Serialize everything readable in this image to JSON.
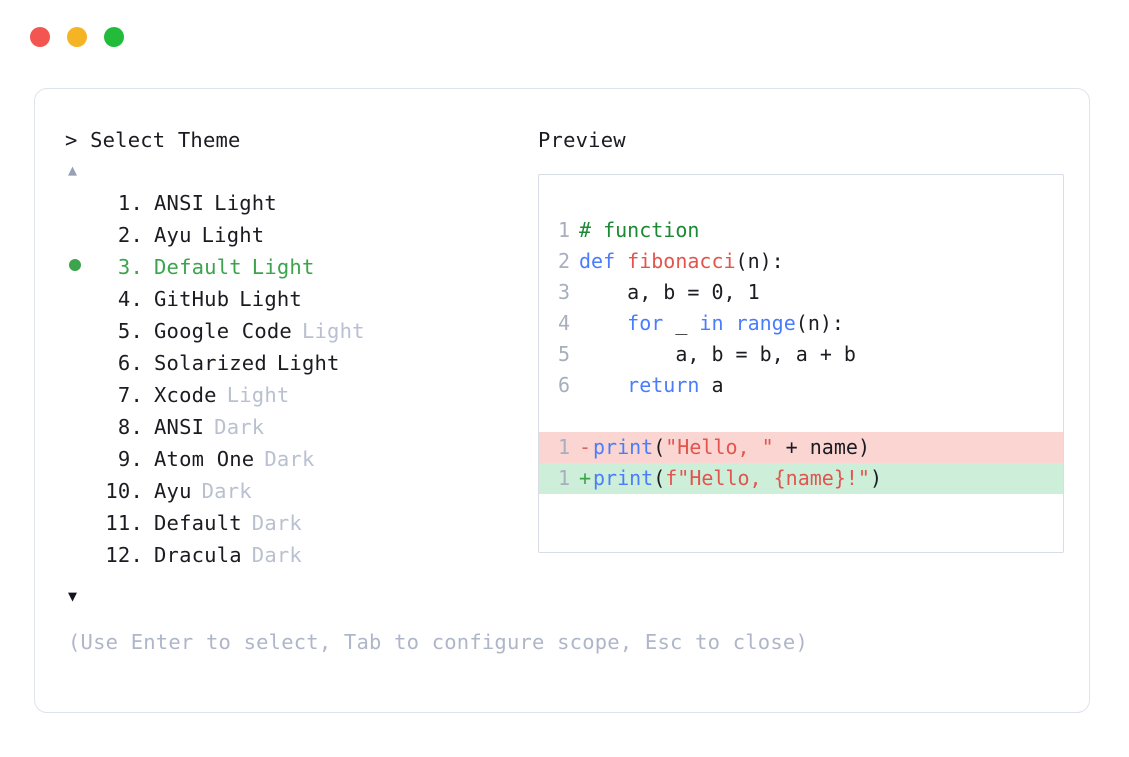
{
  "window": {
    "traffic_lights": [
      {
        "name": "close",
        "color": "#f35650"
      },
      {
        "name": "minimize",
        "color": "#f5b424"
      },
      {
        "name": "zoom",
        "color": "#22bb3a"
      }
    ]
  },
  "prompt": {
    "text": "> Select Theme",
    "scroll_up_icon": "▲",
    "scroll_down_icon": "▼",
    "selected_index": 3,
    "selected_bullet_color": "#3ca44c"
  },
  "preview": {
    "label": "Preview"
  },
  "themes": [
    {
      "num": "1.",
      "name": "ANSI",
      "variant": "Light",
      "variant_muted": false,
      "selected": false
    },
    {
      "num": "2.",
      "name": "Ayu",
      "variant": "Light",
      "variant_muted": false,
      "selected": false
    },
    {
      "num": "3.",
      "name": "Default",
      "variant": "Light",
      "variant_muted": false,
      "selected": true
    },
    {
      "num": "4.",
      "name": "GitHub",
      "variant": "Light",
      "variant_muted": false,
      "selected": false
    },
    {
      "num": "5.",
      "name": "Google Code",
      "variant": "Light",
      "variant_muted": true,
      "selected": false
    },
    {
      "num": "6.",
      "name": "Solarized",
      "variant": "Light",
      "variant_muted": false,
      "selected": false
    },
    {
      "num": "7.",
      "name": "Xcode",
      "variant": "Light",
      "variant_muted": true,
      "selected": false
    },
    {
      "num": "8.",
      "name": "ANSI",
      "variant": "Dark",
      "variant_muted": true,
      "selected": false
    },
    {
      "num": "9.",
      "name": "Atom One",
      "variant": "Dark",
      "variant_muted": true,
      "selected": false
    },
    {
      "num": "10.",
      "name": "Ayu",
      "variant": "Dark",
      "variant_muted": true,
      "selected": false
    },
    {
      "num": "11.",
      "name": "Default",
      "variant": "Dark",
      "variant_muted": true,
      "selected": false
    },
    {
      "num": "12.",
      "name": "Dracula",
      "variant": "Dark",
      "variant_muted": true,
      "selected": false
    }
  ],
  "code": {
    "lines": [
      {
        "ln": "1",
        "tokens": [
          {
            "t": "# function",
            "c": "comment"
          }
        ]
      },
      {
        "ln": "2",
        "tokens": [
          {
            "t": "def ",
            "c": "keyword"
          },
          {
            "t": "fibonacci",
            "c": "func"
          },
          {
            "t": "(n):",
            "c": "punct"
          }
        ]
      },
      {
        "ln": "3",
        "tokens": [
          {
            "t": "    a, b = 0, 1",
            "c": "plain"
          }
        ]
      },
      {
        "ln": "4",
        "tokens": [
          {
            "t": "    ",
            "c": "plain"
          },
          {
            "t": "for",
            "c": "keyword"
          },
          {
            "t": " _ ",
            "c": "plain"
          },
          {
            "t": "in",
            "c": "keyword"
          },
          {
            "t": " ",
            "c": "plain"
          },
          {
            "t": "range",
            "c": "builtin"
          },
          {
            "t": "(n):",
            "c": "punct"
          }
        ]
      },
      {
        "ln": "5",
        "tokens": [
          {
            "t": "        a, b = b, a + b",
            "c": "plain"
          }
        ]
      },
      {
        "ln": "6",
        "tokens": [
          {
            "t": "    ",
            "c": "plain"
          },
          {
            "t": "return",
            "c": "keyword"
          },
          {
            "t": " a",
            "c": "plain"
          }
        ]
      }
    ],
    "diff": [
      {
        "ln": "1",
        "mark": "-",
        "kind": "minus",
        "tokens": [
          {
            "t": "print",
            "c": "builtin"
          },
          {
            "t": "(",
            "c": "punct"
          },
          {
            "t": "\"Hello, \"",
            "c": "string"
          },
          {
            "t": " + name",
            "c": "plain"
          },
          {
            "t": ")",
            "c": "punct"
          }
        ]
      },
      {
        "ln": "1",
        "mark": "+",
        "kind": "plus",
        "tokens": [
          {
            "t": "print",
            "c": "builtin"
          },
          {
            "t": "(",
            "c": "punct"
          },
          {
            "t": "f\"Hello, {name}!\"",
            "c": "string"
          },
          {
            "t": ")",
            "c": "punct"
          }
        ]
      }
    ]
  },
  "footer": {
    "hint": "(Use Enter to select, Tab to configure scope, Esc to close)"
  }
}
